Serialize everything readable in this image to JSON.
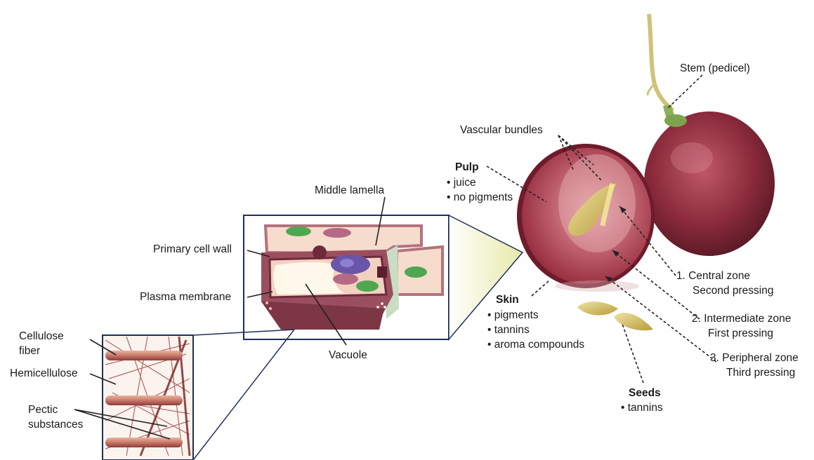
{
  "labels": {
    "stem": "Stem (pedicel)",
    "vascular_bundles": "Vascular bundles",
    "pulp_title": "Pulp",
    "pulp_item1": "• juice",
    "pulp_item2": "• no pigments",
    "middle_lamella": "Middle lamella",
    "primary_cell_wall": "Primary cell wall",
    "plasma_membrane": "Plasma membrane",
    "vacuole": "Vacuole",
    "cellulose_fiber_line1": "Cellulose",
    "cellulose_fiber_line2": "fiber",
    "hemicellulose": "Hemicellulose",
    "pectic_line1": "Pectic",
    "pectic_line2": "substances",
    "skin_title": "Skin",
    "skin_item1": "• pigments",
    "skin_item2": "• tannins",
    "skin_item3": "• aroma compounds",
    "seeds_title": "Seeds",
    "seeds_item1": "• tannins",
    "zone1_line1": "1.  Central zone",
    "zone1_line2": "Second pressing",
    "zone2_line1": "2.  Intermediate zone",
    "zone2_line2": "First pressing",
    "zone3_line1": "3.  Peripheral zone",
    "zone3_line2": "Third pressing"
  },
  "colors": {
    "grape_skin": "#8a2a3a",
    "grape_flesh": "#b8485a",
    "seed": "#d9c56a",
    "cell_wall": "#9b4f5e",
    "vacuole": "#fdf8ea",
    "nucleus": "#6a56a8",
    "chloroplast": "#4fa84f",
    "leader_line": "#222222",
    "inset_border": "#1f2f5a"
  }
}
